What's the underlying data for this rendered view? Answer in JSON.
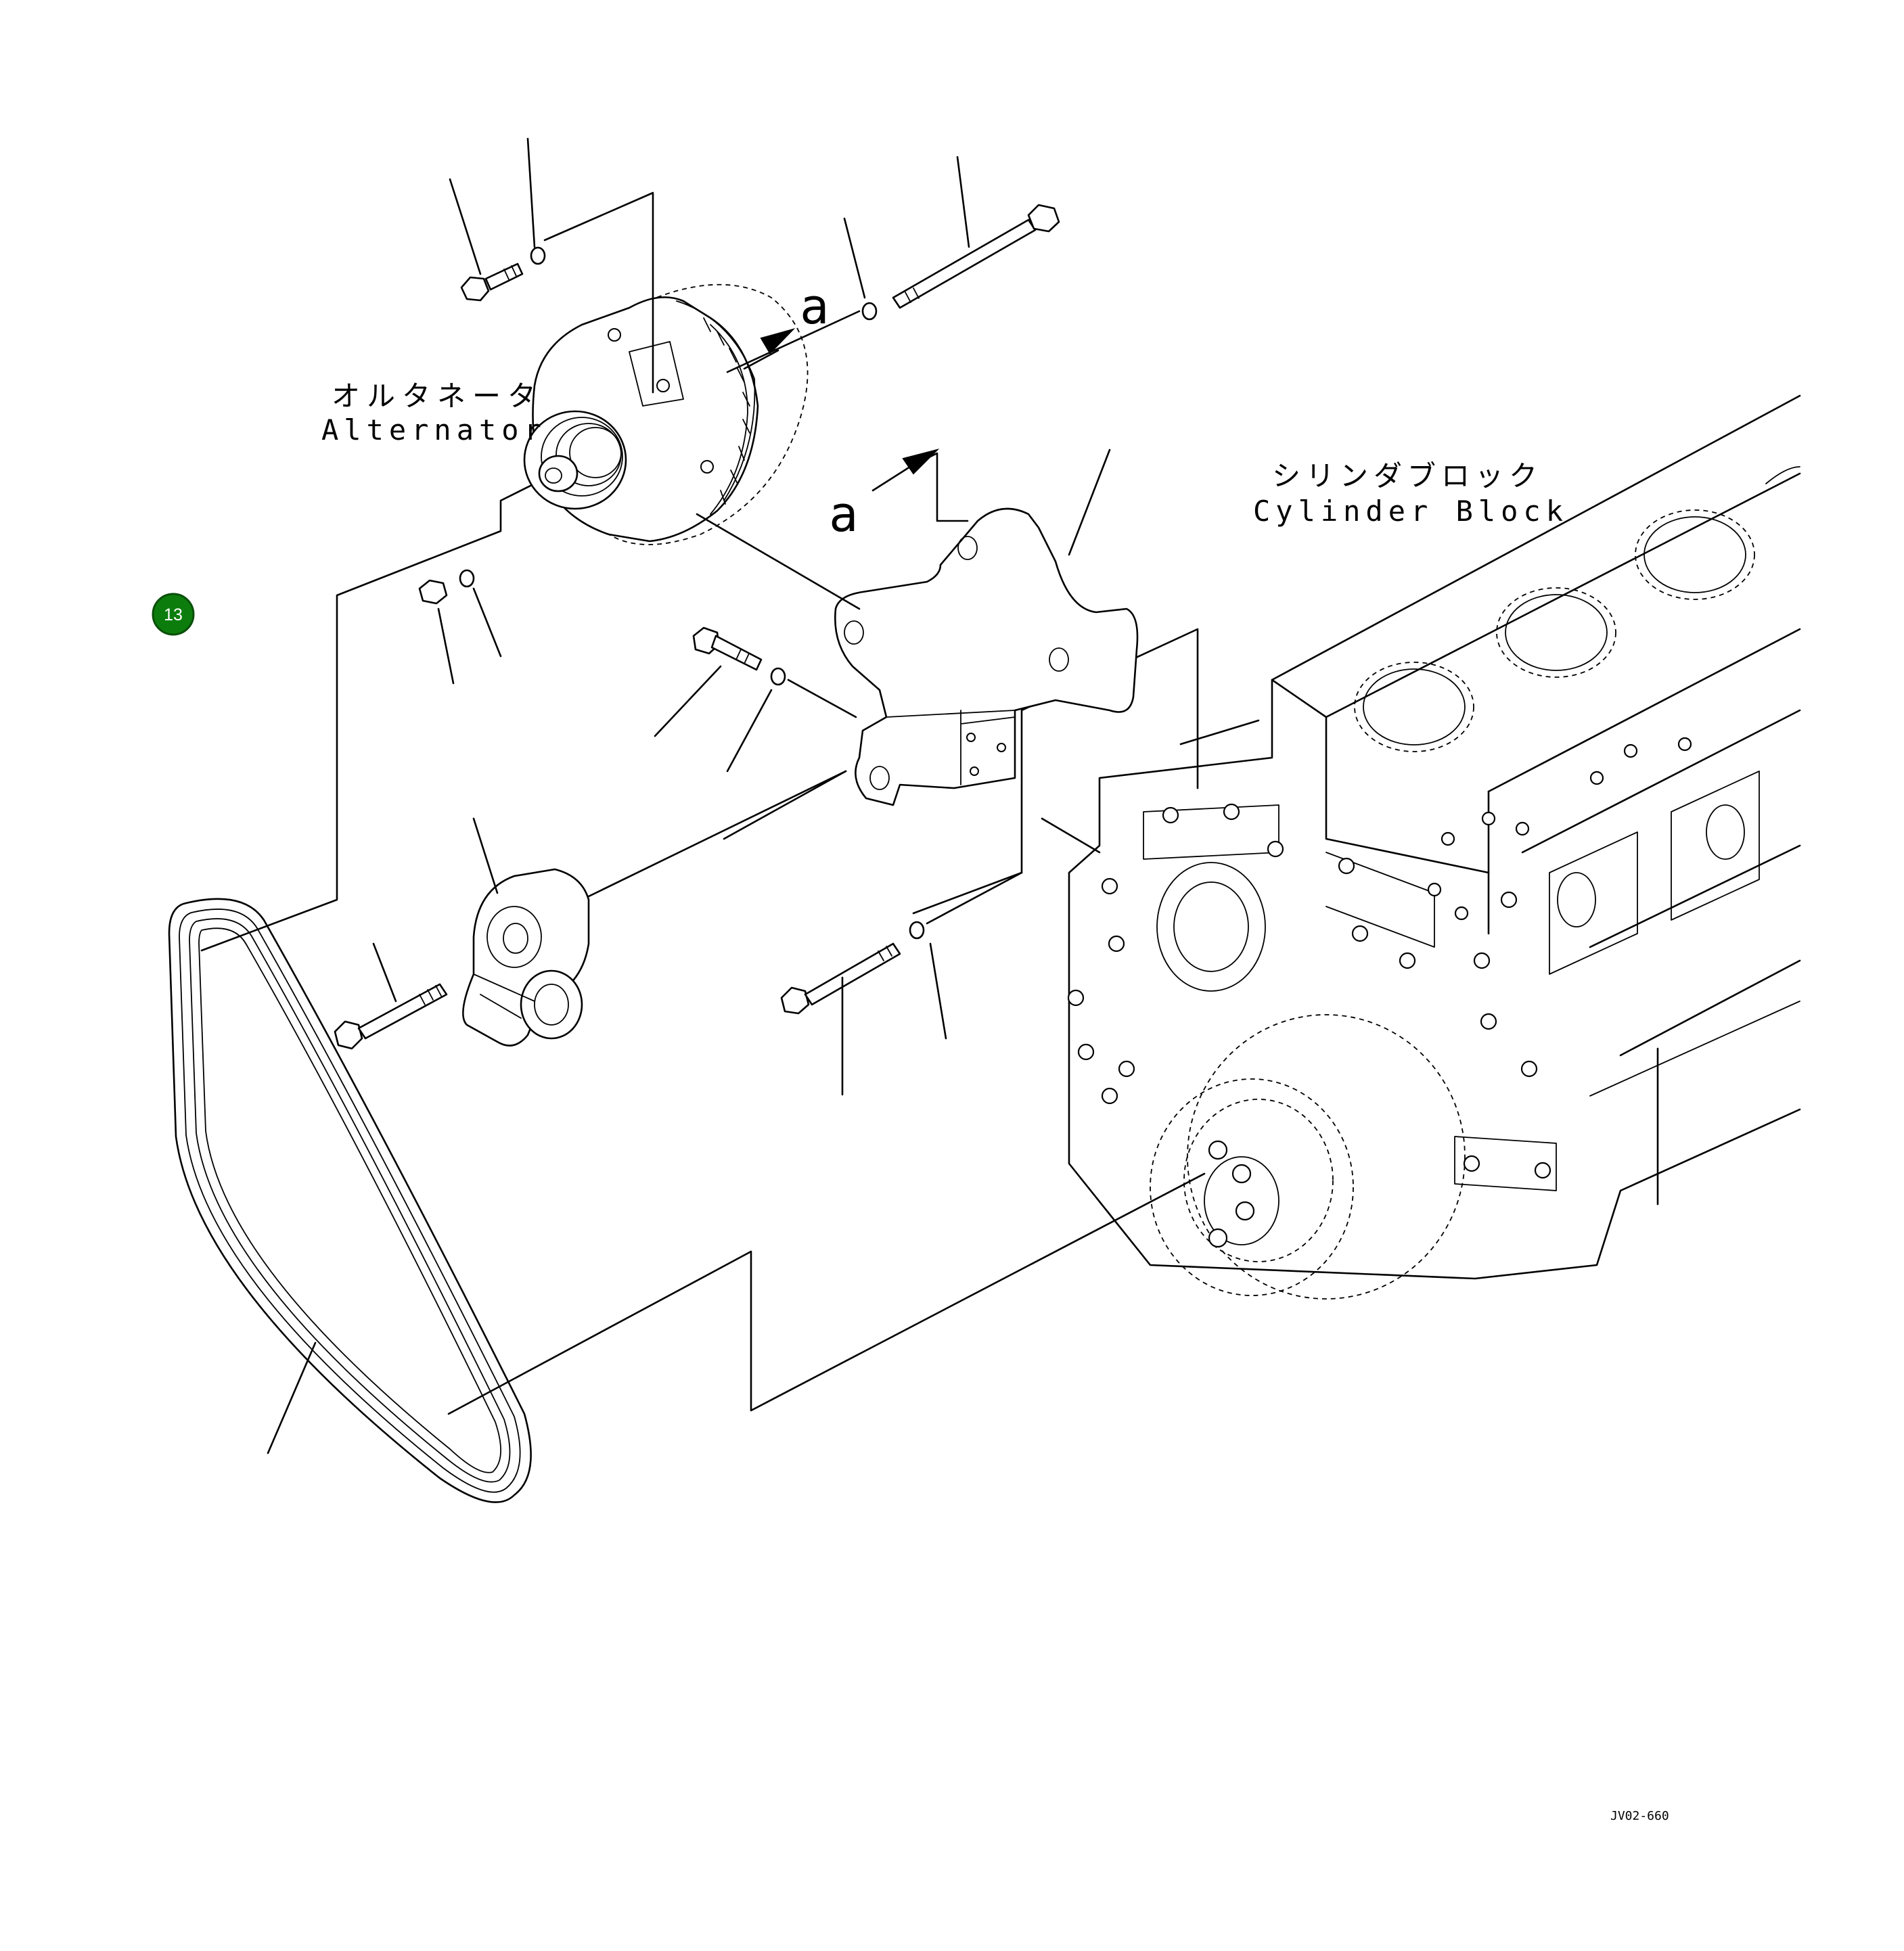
{
  "labels": {
    "alternator_jp": "オルタネータ",
    "alternator_en": "Alternator",
    "cylinder_block_jp": "シリンダブロック",
    "cylinder_block_en": "Cylinder Block",
    "view_mark_top": "a",
    "view_mark_mid": "a",
    "drawing_code": "JV02-660"
  },
  "badge": {
    "number": "13",
    "color": "#0c7d0c"
  },
  "colors": {
    "line": "#000000",
    "background": "#ffffff"
  }
}
